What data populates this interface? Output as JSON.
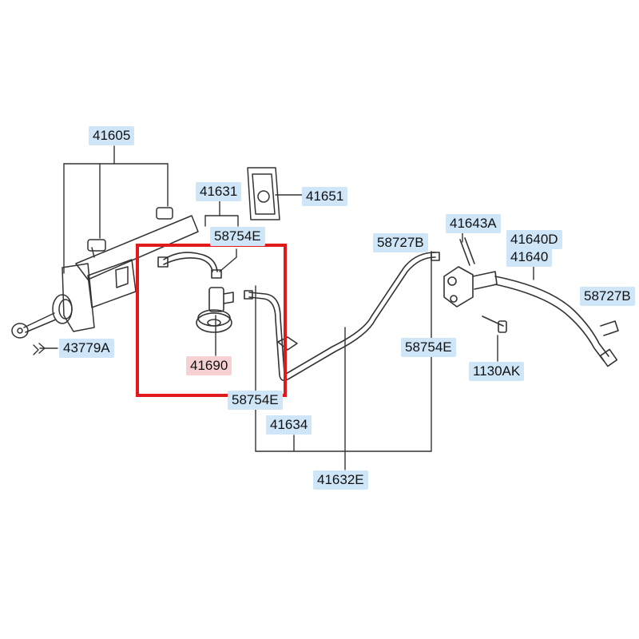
{
  "diagram": {
    "highlight_color": "#e01a1a",
    "line_color": "#333333",
    "label_bg": "#cfe6f8",
    "highlight_label_bg": "#f7d1d1"
  },
  "labels": {
    "p41605": "41605",
    "p41631": "41631",
    "p41651": "41651",
    "p58754E_top": "58754E",
    "p58727B_mid": "58727B",
    "p41643A": "41643A",
    "p41640D": "41640D",
    "p41640": "41640",
    "p58727B_right": "58727B",
    "p43779A": "43779A",
    "p41690": "41690",
    "p58754E_right": "58754E",
    "p1130AK": "1130AK",
    "p58754E_bottom": "58754E",
    "p41634": "41634",
    "p41632E": "41632E"
  }
}
